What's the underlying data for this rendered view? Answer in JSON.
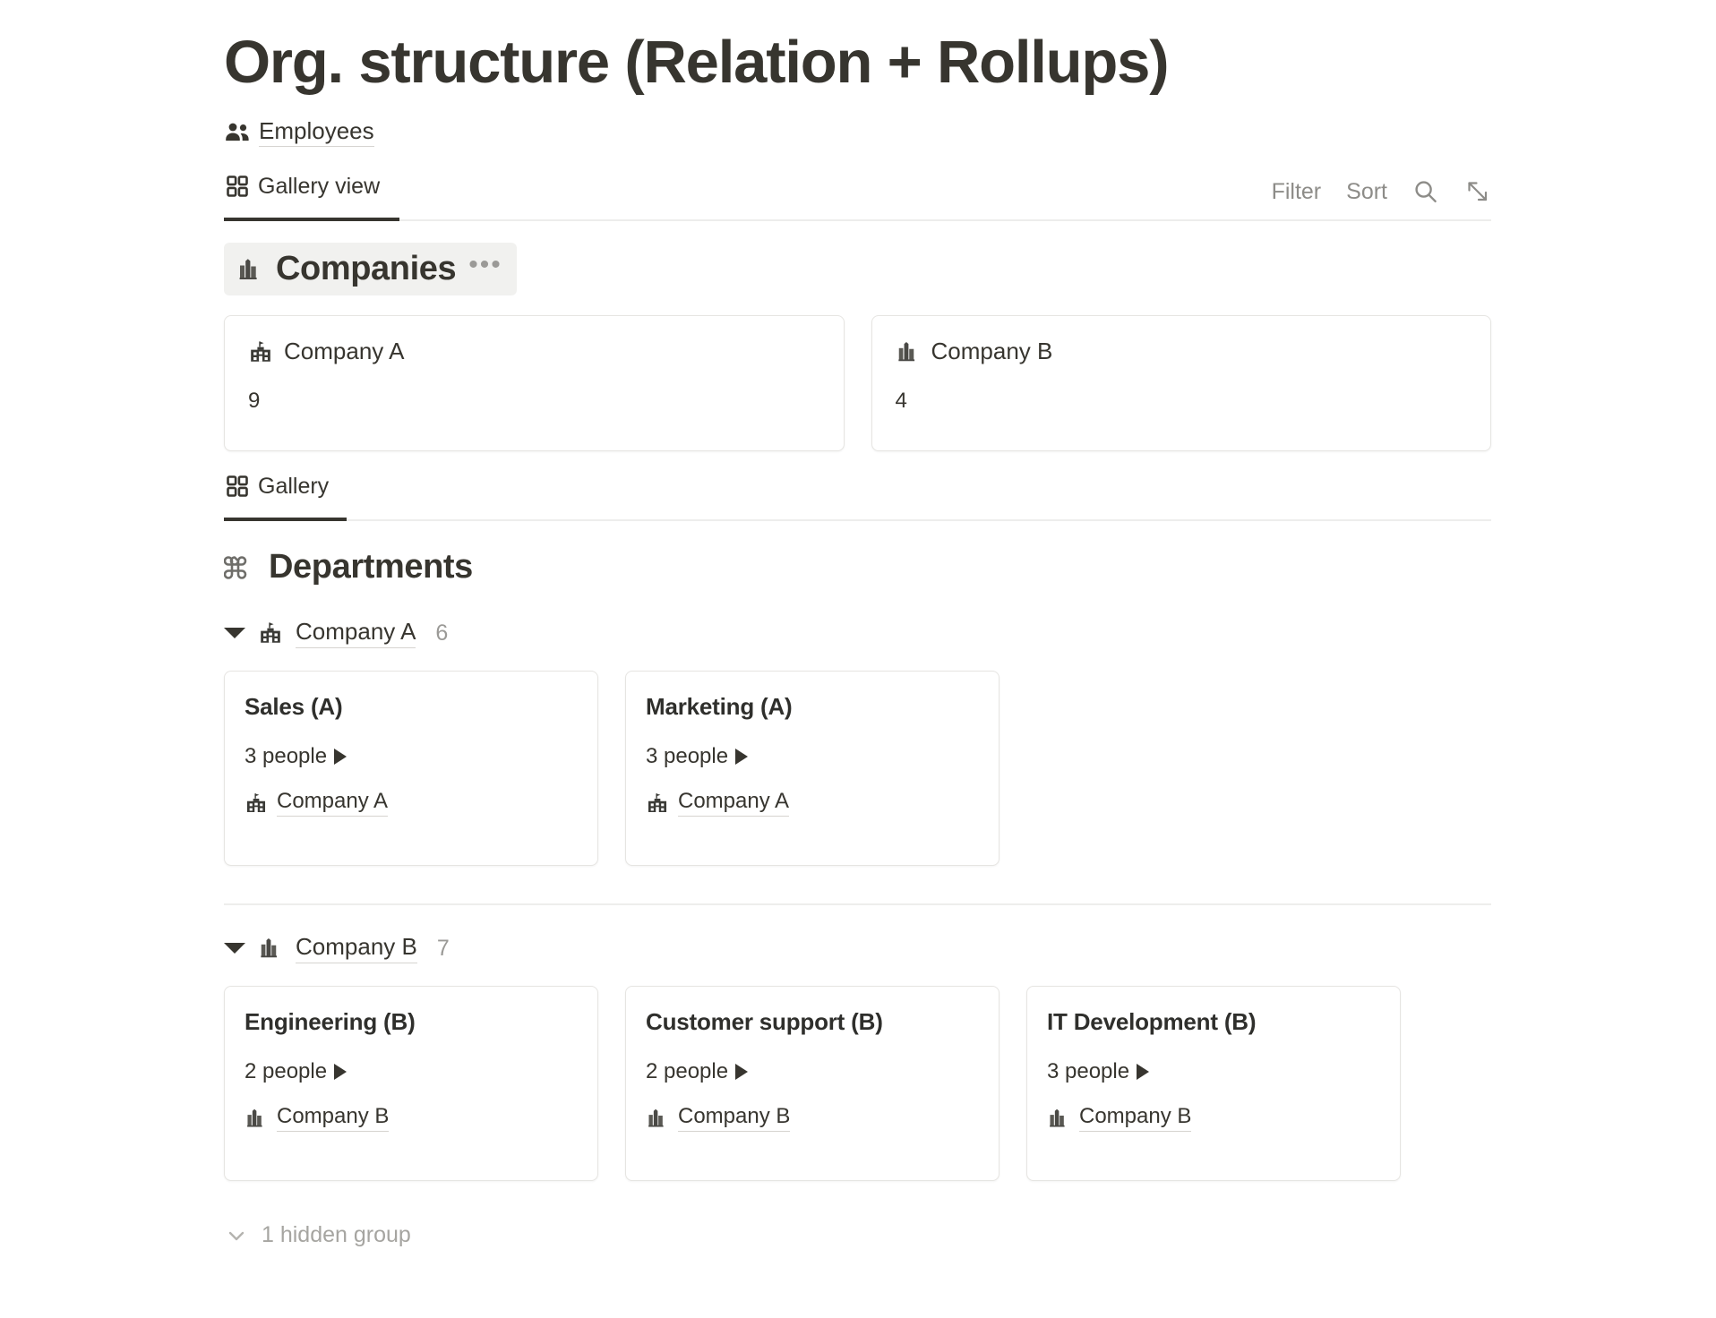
{
  "page": {
    "title": "Org. structure (Relation + Rollups)"
  },
  "source": {
    "icon": "people-icon",
    "label": "Employees"
  },
  "toolbars": [
    {
      "tab_label": "Gallery view",
      "tab_icon": "gallery-grid-icon",
      "filter_label": "Filter",
      "sort_label": "Sort",
      "search_icon": "search-icon",
      "expand_icon": "expand-diagonal-icon"
    },
    {
      "tab_label": "Gallery",
      "tab_icon": "gallery-grid-icon"
    }
  ],
  "companies_section": {
    "icon": "factory-icon",
    "title": "Companies",
    "more_label": "•••",
    "cards": [
      {
        "icon": "school-building-icon",
        "name": "Company A",
        "value": "9"
      },
      {
        "icon": "factory-icon",
        "name": "Company B",
        "value": "4"
      }
    ]
  },
  "departments_section": {
    "icon": "command-loop-icon",
    "title": "Departments",
    "groups": [
      {
        "icon": "school-building-icon",
        "name": "Company A",
        "count": "6",
        "cards": [
          {
            "title": "Sales (A)",
            "people": "3 people",
            "relation_icon": "school-building-icon",
            "relation": "Company A"
          },
          {
            "title": "Marketing (A)",
            "people": "3 people",
            "relation_icon": "school-building-icon",
            "relation": "Company A"
          }
        ]
      },
      {
        "icon": "factory-icon",
        "name": "Company B",
        "count": "7",
        "cards": [
          {
            "title": "Engineering (B)",
            "people": "2 people",
            "relation_icon": "factory-icon",
            "relation": "Company B"
          },
          {
            "title": "Customer support (B)",
            "people": "2 people",
            "relation_icon": "factory-icon",
            "relation": "Company B"
          },
          {
            "title": "IT Development (B)",
            "people": "3 people",
            "relation_icon": "factory-icon",
            "relation": "Company B"
          }
        ]
      }
    ],
    "hidden_groups_label": "1 hidden group",
    "hidden_groups_icon": "chevron-down-icon"
  },
  "colors": {
    "text": "#37352f",
    "muted": "#9b9a97",
    "border": "#e6e5e2",
    "highlight": "#f1f1ef"
  }
}
